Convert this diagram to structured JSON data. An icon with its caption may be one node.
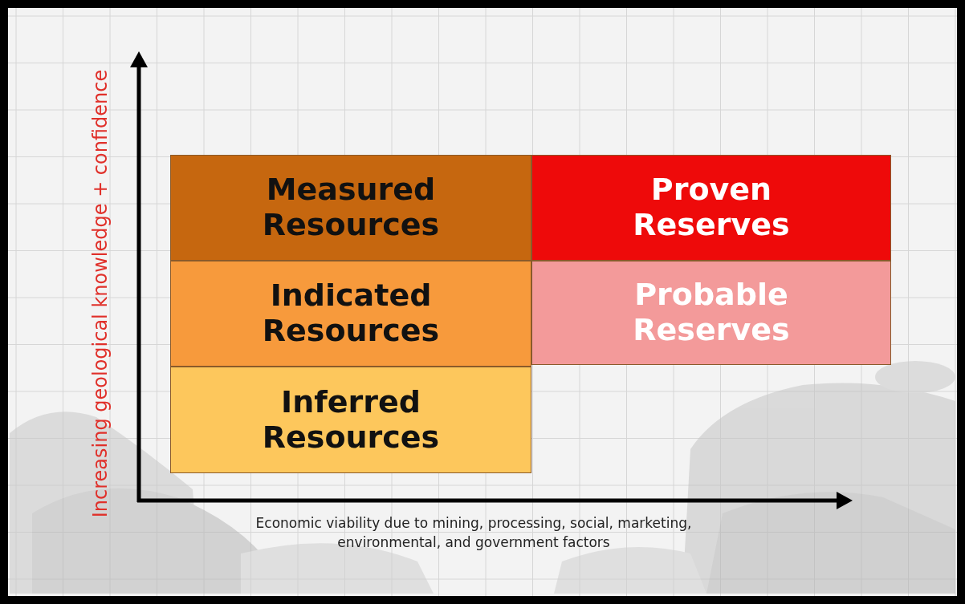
{
  "diagram": {
    "nodes": [
      {
        "text": [
          "Measured Resources"
        ]
      },
      {
        "text": [
          "Proven Reserves"
        ]
      },
      {
        "text": [
          "Indicated Resources"
        ]
      },
      {
        "text": [
          "Probable Reserves"
        ]
      },
      {
        "text": [
          "Inferred Resources"
        ]
      }
    ],
    "labels": [
      "Increasing geological knowledge + confidence",
      "Economic viability due to mining, processing, social, marketing, environmental, and government factors"
    ]
  }
}
